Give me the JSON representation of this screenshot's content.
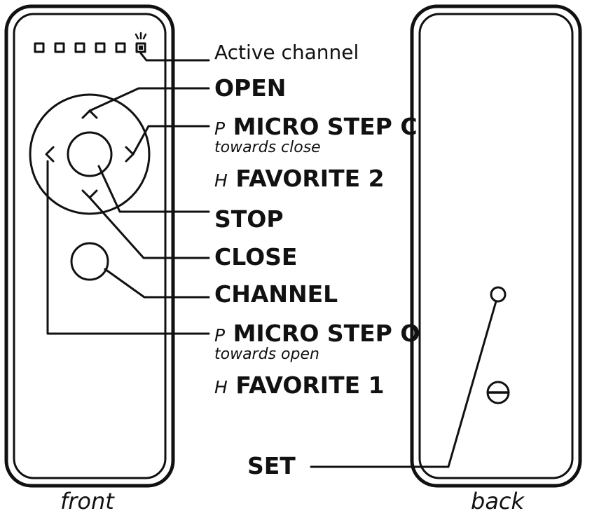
{
  "labels": {
    "active_channel": "Active channel",
    "open": "OPEN",
    "micro_step_c": {
      "prefix": "P",
      "label": "MICRO STEP C",
      "sub": "towards close"
    },
    "favorite_2": {
      "prefix": "H",
      "label": "FAVORITE 2"
    },
    "stop": "STOP",
    "close": "CLOSE",
    "channel": "CHANNEL",
    "micro_step_o": {
      "prefix": "P",
      "label": "MICRO STEP O",
      "sub": "towards open"
    },
    "favorite_1": {
      "prefix": "H",
      "label": "FAVORITE 1"
    },
    "set": "SET"
  },
  "captions": {
    "front": "front",
    "back": "back"
  },
  "colors": {
    "line": "#111111",
    "background": "#ffffff"
  },
  "icons": {
    "arrow_up": "chevron-up-icon",
    "arrow_down": "chevron-down-icon",
    "arrow_left": "chevron-left-icon",
    "arrow_right": "chevron-right-icon",
    "active_led": "led-blink-icon",
    "battery_screw": "screw-icon"
  }
}
